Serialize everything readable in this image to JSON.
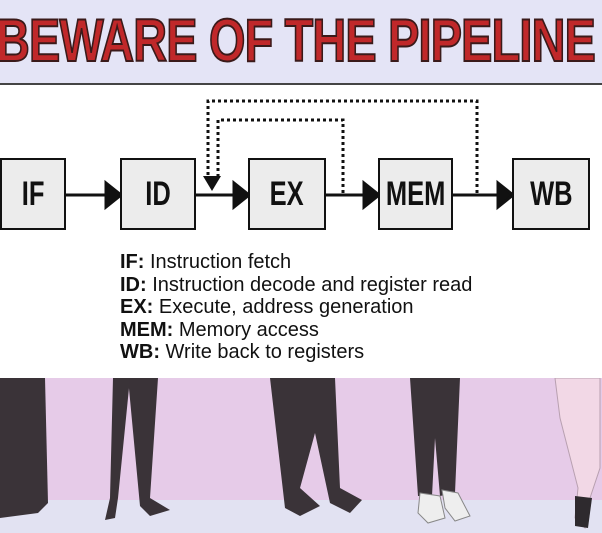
{
  "title": "BEWARE OF THE PIPELINE",
  "stages": [
    "IF",
    "ID",
    "EX",
    "MEM",
    "WB"
  ],
  "legend": [
    {
      "key": "IF:",
      "text": " Instruction fetch"
    },
    {
      "key": "ID:",
      "text": " Instruction decode and register read"
    },
    {
      "key": "EX:",
      "text": " Execute, address generation"
    },
    {
      "key": "MEM:",
      "text": " Memory access"
    },
    {
      "key": "WB:",
      "text": " Write back to registers"
    }
  ],
  "colors": {
    "title": "#c0282a",
    "banner": "#e4e4f6",
    "wall": "#e6cbe8",
    "floor": "#e2e2f2"
  }
}
